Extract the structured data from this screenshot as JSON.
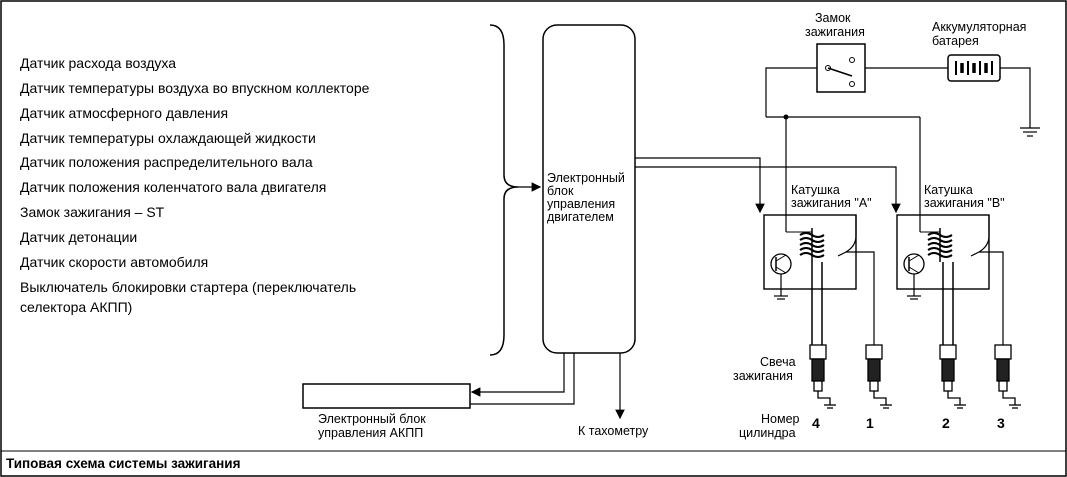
{
  "caption": "Типовая схема системы зажигания",
  "sensors": [
    "Датчик расхода воздуха",
    "Датчик температуры воздуха во впускном коллекторе",
    "Датчик атмосферного давления",
    "Датчик температуры охлаждающей жидкости",
    "Датчик положения распределительного вала",
    "Датчик положения коленчатого вала двигателя",
    "Замок зажигания – ST",
    "Датчик детонации",
    "Датчик скорости автомобиля",
    "Выключатель блокировки стартера (переключатель",
    "селектора АКПП)"
  ],
  "ecu": {
    "line1": "Электронный",
    "line2": "блок",
    "line3": "управления",
    "line4": "двигателем"
  },
  "tcu": {
    "line1": "Электронный блок",
    "line2": "управления АКПП"
  },
  "tachometer": "К тахометру",
  "ignition_switch": {
    "line1": "Замок",
    "line2": "зажигания"
  },
  "battery": {
    "line1": "Аккумуляторная",
    "line2": "батарея"
  },
  "coil_a": {
    "line1": "Катушка",
    "line2": "зажигания \"A\""
  },
  "coil_b": {
    "line1": "Катушка",
    "line2": "зажигания \"B\""
  },
  "spark_plug": {
    "line1": "Свеча",
    "line2": "зажигания"
  },
  "cylinder_label": {
    "line1": "Номер",
    "line2": "цилиндра"
  },
  "cylinders": [
    "4",
    "1",
    "2",
    "3"
  ],
  "colors": {
    "line": "#000000",
    "background": "#ffffff"
  }
}
